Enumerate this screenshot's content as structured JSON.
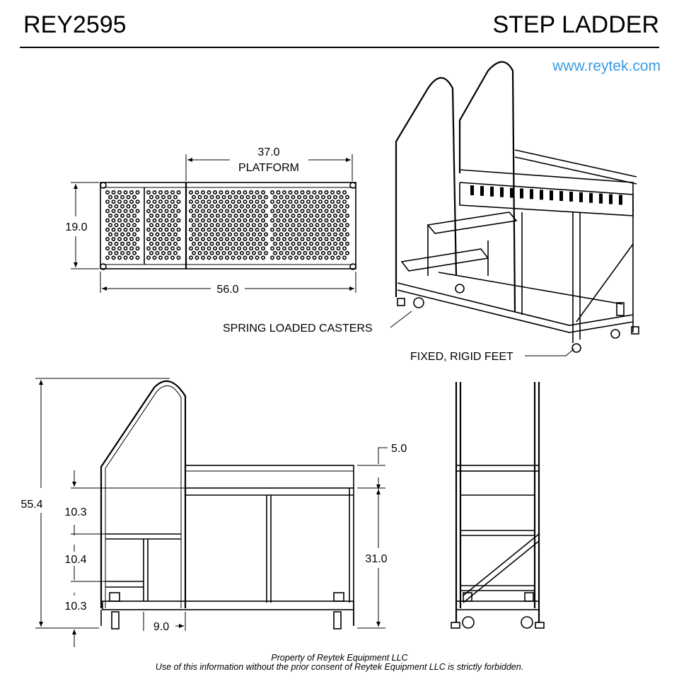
{
  "header": {
    "model": "REY2595",
    "title": "STEP LADDER",
    "website": "www.reytek.com"
  },
  "top_view": {
    "platform_dim": "37.0",
    "platform_label": "PLATFORM",
    "width_dim": "19.0",
    "length_dim": "56.0"
  },
  "iso_view": {
    "casters_label": "SPRING LOADED CASTERS",
    "feet_label": "FIXED, RIGID FEET"
  },
  "side_view": {
    "overall_height": "55.4",
    "step1": "10.3",
    "step2": "10.4",
    "step3": "10.3",
    "handrail_above_platform": "5.0",
    "platform_height": "31.0",
    "step_depth": "9.0"
  },
  "footer": {
    "line1": "Property of Reytek Equipment LLC",
    "line2": "Use of this information without the prior consent of Reytek Equipment LLC is strictly forbidden."
  },
  "colors": {
    "link": "#3a9be0",
    "ink": "#000000"
  }
}
